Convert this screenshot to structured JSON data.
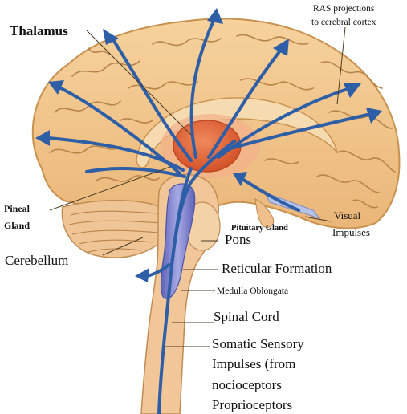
{
  "labels": {
    "thalamus": "Thalamus",
    "ras_line1": "RAS projections",
    "ras_line2": "to cerebral cortex",
    "pineal_line1": "Pineal",
    "pineal_line2": "Gland",
    "cerebellum": "Cerebellum",
    "pituitary": "Pituitary Gland",
    "visual_line1": "Visual",
    "visual_line2": "Impulses",
    "pons": "Pons",
    "reticular": "Reticular Formation",
    "medulla": "Medulla Oblongata",
    "spinal": "Spinal Cord",
    "somatic_line1": "Somatic Sensory",
    "somatic_line2": "Impulses (from",
    "somatic_line3": "nocioceptors",
    "somatic_line4": "Proprioceptors"
  },
  "colors": {
    "cortex": "#f2c98e",
    "cortex_dark": "#d9a565",
    "gyri_line": "#b98448",
    "thalamus": "#e0663a",
    "thalamus_halo": "#f4b08a",
    "brainstem": "#f1c79a",
    "reticular": "#7b7fc9",
    "arrow": "#2e5ea6"
  }
}
